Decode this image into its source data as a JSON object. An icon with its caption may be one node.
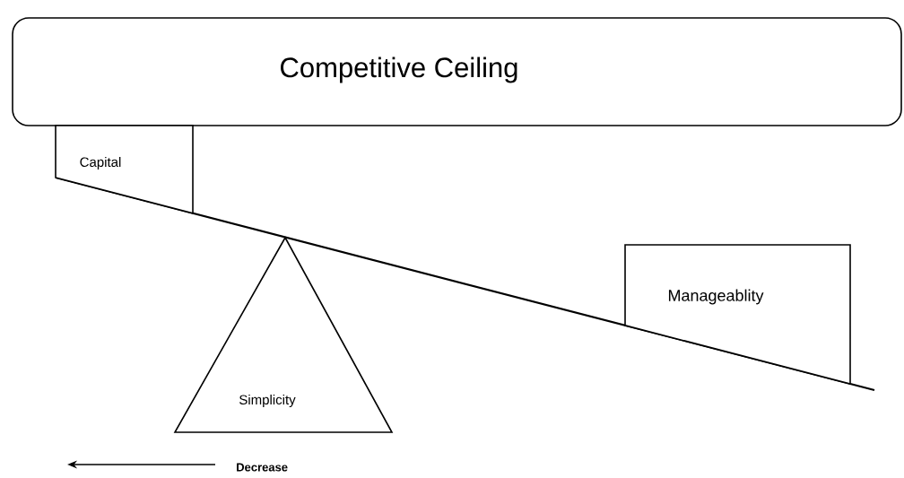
{
  "diagram": {
    "nodes": [
      {
        "text": [
          "Competitive Ceiling"
        ]
      },
      {
        "text": [
          "Capital"
        ]
      },
      {
        "text": [
          "Simplicity"
        ]
      },
      {
        "text": [
          "Manageablity"
        ]
      }
    ],
    "labels": [
      "Decrease"
    ]
  }
}
